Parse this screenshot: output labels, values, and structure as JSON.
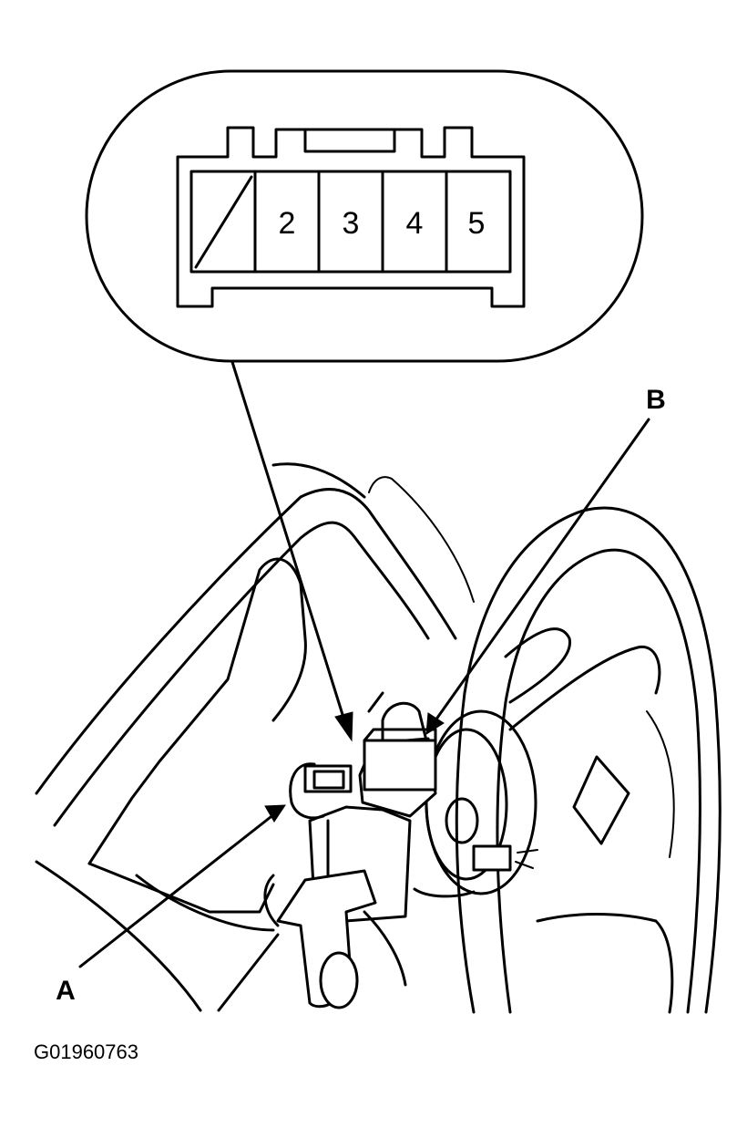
{
  "connector": {
    "pins": [
      {
        "label": ""
      },
      {
        "label": "2"
      },
      {
        "label": "3"
      },
      {
        "label": "4"
      },
      {
        "label": "5"
      }
    ]
  },
  "callouts": {
    "a": "A",
    "b": "B"
  },
  "figure_id": "G01960763"
}
